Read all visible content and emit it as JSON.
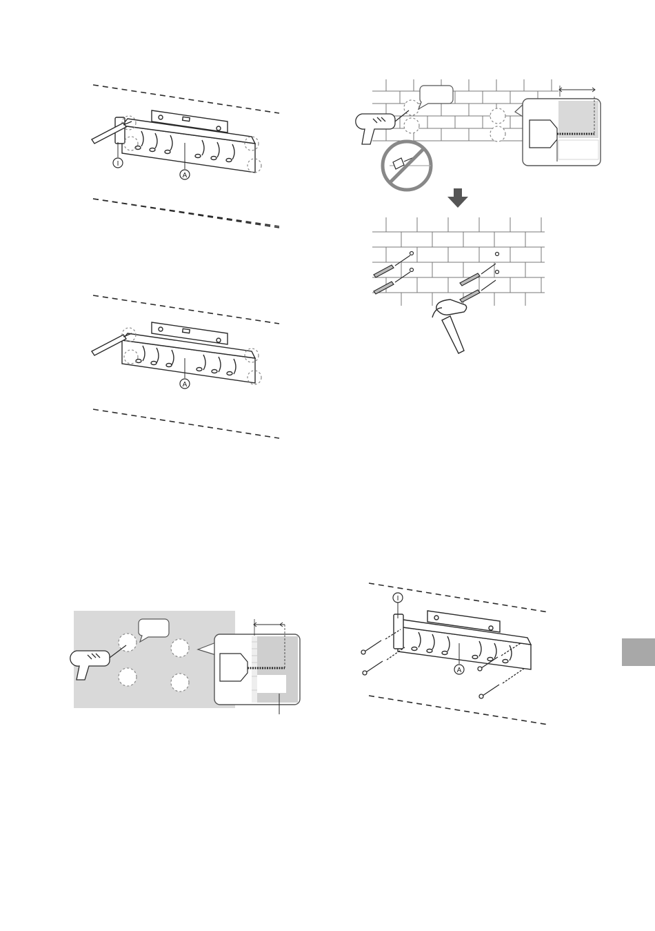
{
  "figures": {
    "bracket_with_stoppers": {
      "callout_a": "A",
      "callout_i": "I"
    },
    "bracket_with_level": {
      "callout_a": "A"
    },
    "brick_drilling": {},
    "anchors_hammer": {},
    "drywall_drilling": {},
    "bracket_screwing": {
      "callout_a": "A",
      "callout_i": "I"
    }
  },
  "side_tab": {
    "color": "#a8a8a8"
  },
  "colors": {
    "line": "#2a2a2a",
    "wall_gray": "#d9d9d9",
    "dash_circle": "#888888"
  }
}
